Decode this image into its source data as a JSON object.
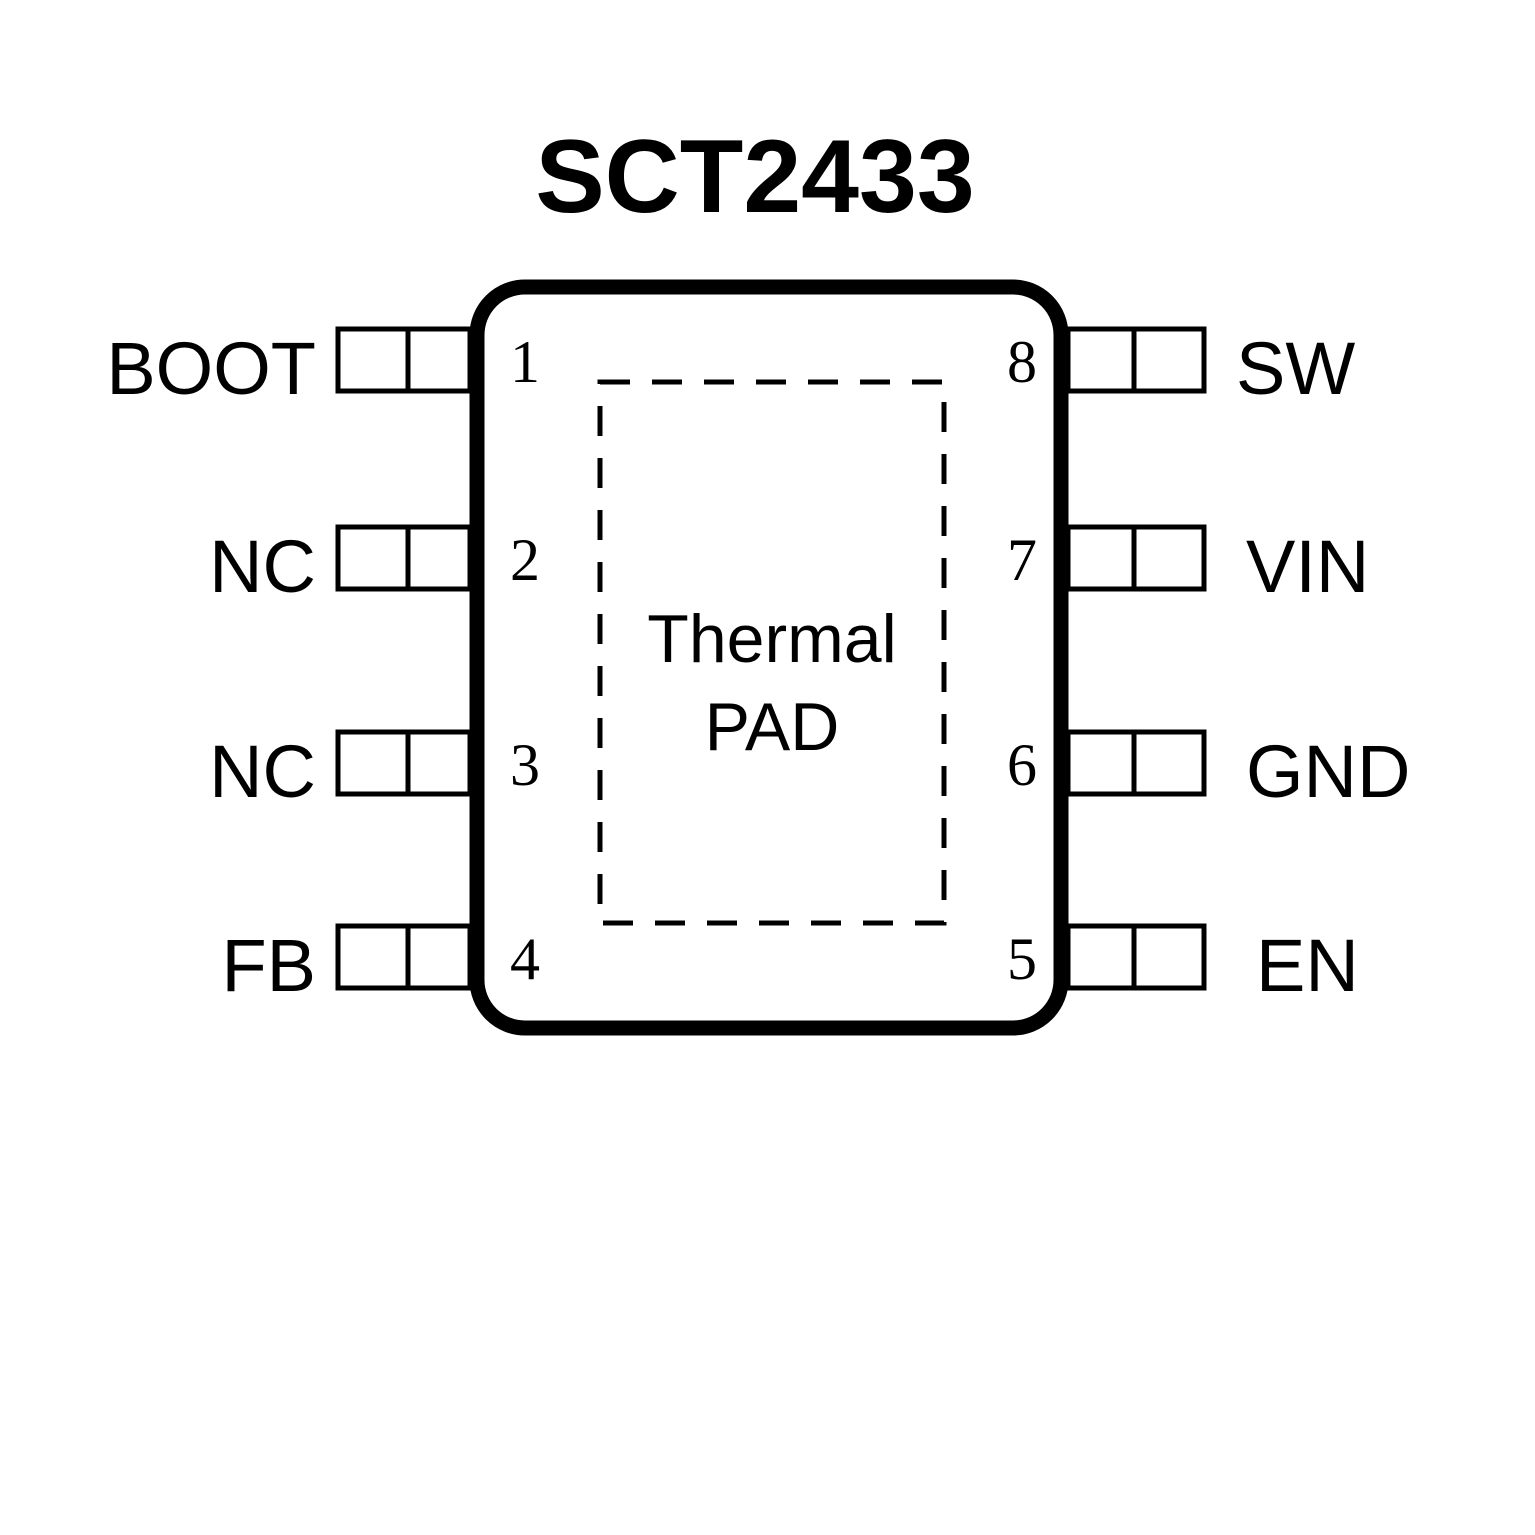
{
  "title": "SCT2433",
  "thermal_pad": {
    "line1": "Thermal",
    "line2": "PAD"
  },
  "pins_left": [
    {
      "number": "1",
      "name": "BOOT"
    },
    {
      "number": "2",
      "name": "NC"
    },
    {
      "number": "3",
      "name": "NC"
    },
    {
      "number": "4",
      "name": "FB"
    }
  ],
  "pins_right": [
    {
      "number": "8",
      "name": "SW"
    },
    {
      "number": "7",
      "name": "VIN"
    },
    {
      "number": "6",
      "name": "GND"
    },
    {
      "number": "5",
      "name": "EN"
    }
  ]
}
